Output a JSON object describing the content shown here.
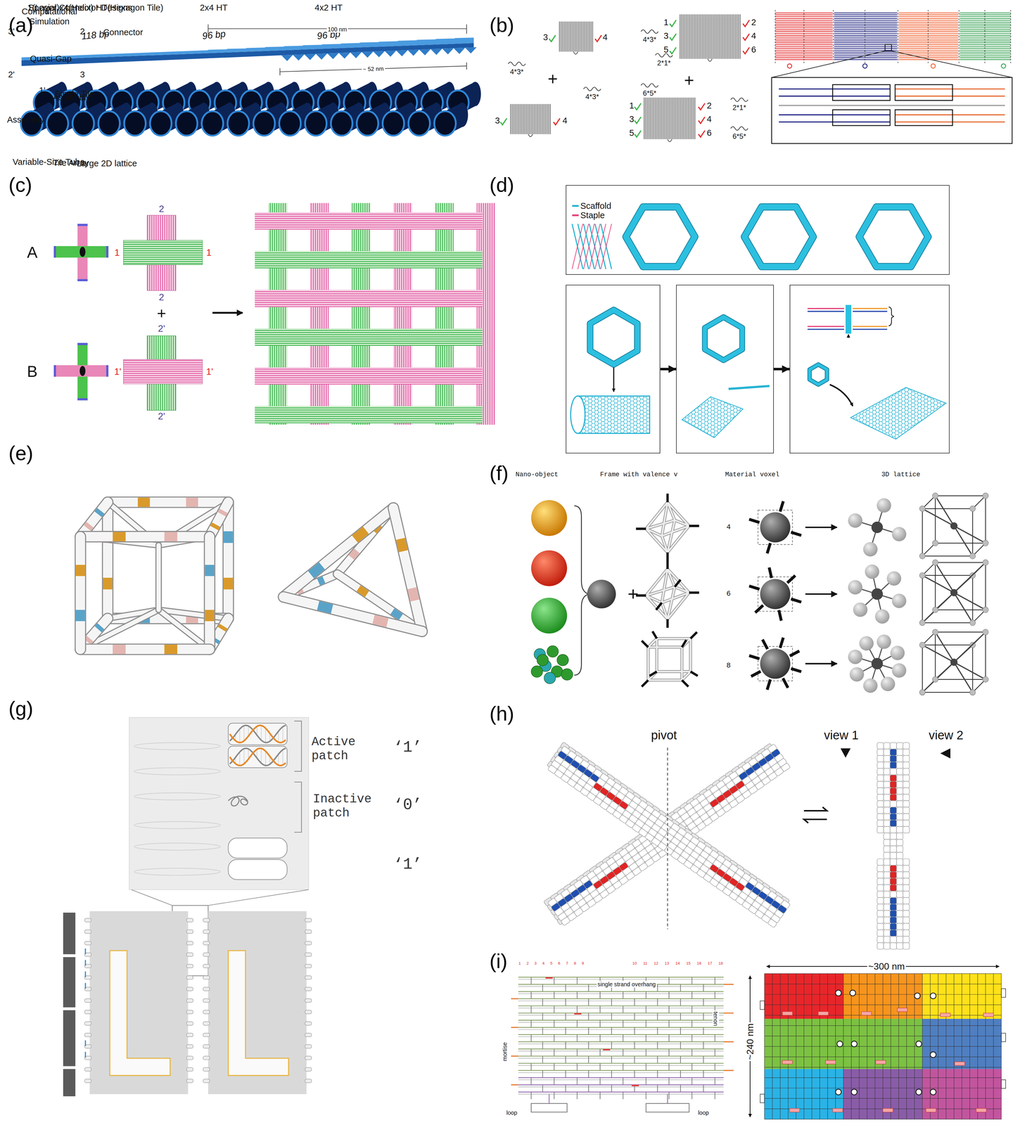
{
  "diagram": {
    "nodes": [
      {
        "text": [
          "1(Layer)x4(Helix) HT(Hexagon Tile)",
          "2x4 HT",
          "4x2 HT",
          "118 bp",
          "96 bp",
          "96 bp"
        ]
      },
      {
        "text": [
          "1",
          "2",
          "3",
          "3'",
          "2'",
          "1'",
          "Assembly",
          "Variable-Size Tube"
        ]
      },
      {
        "text": [
          "Computational Simulation",
          "Single Tile",
          "Tile Array"
        ]
      },
      {
        "text": [
          "Special Connector Designs",
          "Connector",
          "Quasi-Gap",
          "Assembly",
          "Large 2D lattice"
        ]
      }
    ],
    "edges": [
      {
        "from": 1,
        "to": 2,
        "arrow": "to"
      },
      {
        "from": 2,
        "to": 3,
        "arrow": "to"
      }
    ],
    "labels": [
      "(a)",
      "100 nm",
      "~ 52 nm",
      "(b)",
      "3",
      "4",
      "4*3*",
      "+",
      "4*3*",
      "3",
      "4",
      "4*3*",
      "2*1*",
      "1",
      "3",
      "5",
      "2",
      "4",
      "6",
      "+",
      "6*5*",
      "1",
      "3",
      "5",
      "2",
      "4",
      "6",
      "2*1*",
      "6*5*",
      "(c)",
      "A",
      "1",
      "2",
      "1",
      "2",
      "+",
      "2'",
      "B",
      "1'",
      "1'",
      "2'",
      "(d)",
      "(e)",
      "(f)",
      "Nano-object",
      "Frame with valence v",
      "Material voxel",
      "3D lattice",
      "+",
      "4",
      "6",
      "8",
      "(g)",
      "Active patch",
      "‘1’",
      "Inactive patch",
      "‘0’",
      "‘1’",
      "(h)",
      "pivot",
      "view 1",
      "view 2",
      "(i)",
      "single strand overhang",
      "tenon",
      "mortise",
      "loop",
      "loop",
      "~300 nm",
      "~240 nm",
      "1",
      "2",
      "3",
      "4",
      "5",
      "6",
      "7",
      "8",
      "9",
      "10",
      "11",
      "12",
      "13",
      "14",
      "15",
      "16",
      "17",
      "18"
    ],
    "legend": [
      {
        "text": "Scaffold",
        "color": "#1fb3d1"
      },
      {
        "text": "Staple",
        "color": "#e8407a"
      }
    ]
  }
}
